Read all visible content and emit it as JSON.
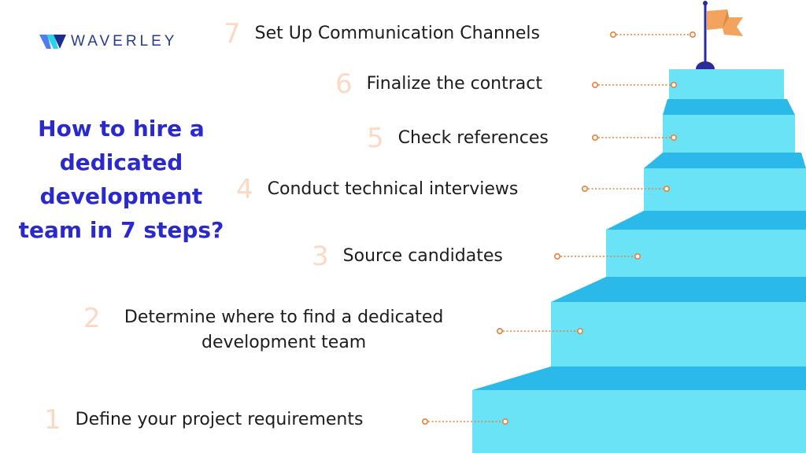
{
  "logo": {
    "text": "WAVERLEY",
    "icon": "waverley-logo-icon",
    "colors": [
      "#4E7DF0",
      "#2ED3E6",
      "#1C2D8F"
    ]
  },
  "title": [
    "How to hire a",
    "dedicated",
    "development",
    "team in 7 steps?"
  ],
  "colors": {
    "title": "#2A2ACC",
    "step_number": "#FCD9C4",
    "connector": "#E8803A",
    "stair_riser": "#6BE3F7",
    "stair_tread": "#2BB9EA",
    "flag": "#F2A35E",
    "flag_pole": "#2C2C99"
  },
  "steps": [
    {
      "num": "1",
      "label": "Define your project requirements"
    },
    {
      "num": "2",
      "label": "Determine where to find a dedicated",
      "label2": "development team"
    },
    {
      "num": "3",
      "label": "Source candidates"
    },
    {
      "num": "4",
      "label": "Conduct technical interviews"
    },
    {
      "num": "5",
      "label": "Check references"
    },
    {
      "num": "6",
      "label": "Finalize the contract"
    },
    {
      "num": "7",
      "label": "Set Up Communication Channels"
    }
  ]
}
